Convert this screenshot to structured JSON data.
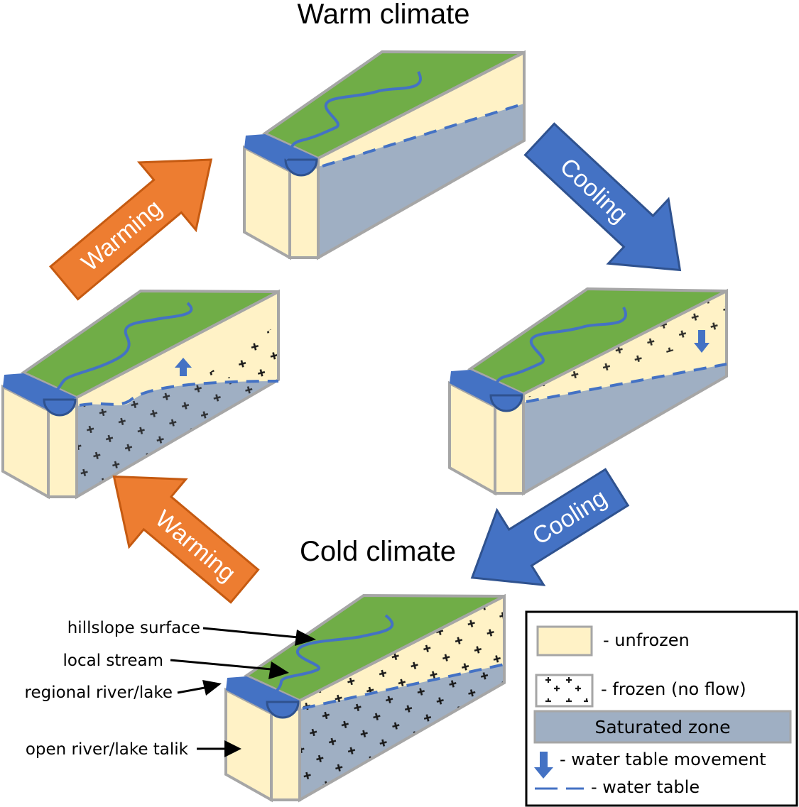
{
  "titles": {
    "warm": "Warm climate",
    "cold": "Cold climate"
  },
  "arrows": [
    {
      "id": "warming-upper",
      "label": "Warming",
      "direction": "up-right"
    },
    {
      "id": "cooling-upper",
      "label": "Cooling",
      "direction": "down-right"
    },
    {
      "id": "cooling-lower",
      "label": "Cooling",
      "direction": "down-left"
    },
    {
      "id": "warming-lower",
      "label": "Warming",
      "direction": "up-left"
    }
  ],
  "blocks": [
    {
      "id": "warm",
      "state": "Warm climate",
      "frozen": "none",
      "water_table_movement": "none"
    },
    {
      "id": "cooling",
      "state": "Cooling",
      "frozen": "upper unsaturated zone",
      "water_table_movement": "down"
    },
    {
      "id": "cold",
      "state": "Cold climate",
      "frozen": "unsaturated and saturated zone",
      "water_table_movement": "none"
    },
    {
      "id": "warming",
      "state": "Warming",
      "frozen": "partially thawed",
      "water_table_movement": "up"
    }
  ],
  "callouts": [
    {
      "label": "hillslope surface"
    },
    {
      "label": "local stream"
    },
    {
      "label": "regional river/lake"
    },
    {
      "label": "open river/lake talik"
    }
  ],
  "legend": {
    "items": [
      {
        "label": "- unfrozen",
        "swatch": "unfrozen"
      },
      {
        "label": "- frozen (no flow)",
        "swatch": "frozen"
      },
      {
        "label": "Saturated zone",
        "swatch": "saturated"
      },
      {
        "label": "- water table movement",
        "swatch": "arrow"
      },
      {
        "label": "- water table",
        "swatch": "dashed-line"
      }
    ]
  },
  "colors": {
    "unfrozen": "#FFF2C6",
    "saturated": "#9FAFC3",
    "surface": "#70AD47",
    "water": "#4472C4",
    "warming": "#ED7D31",
    "cooling": "#4472C4",
    "outline": "#A6A6A6"
  }
}
